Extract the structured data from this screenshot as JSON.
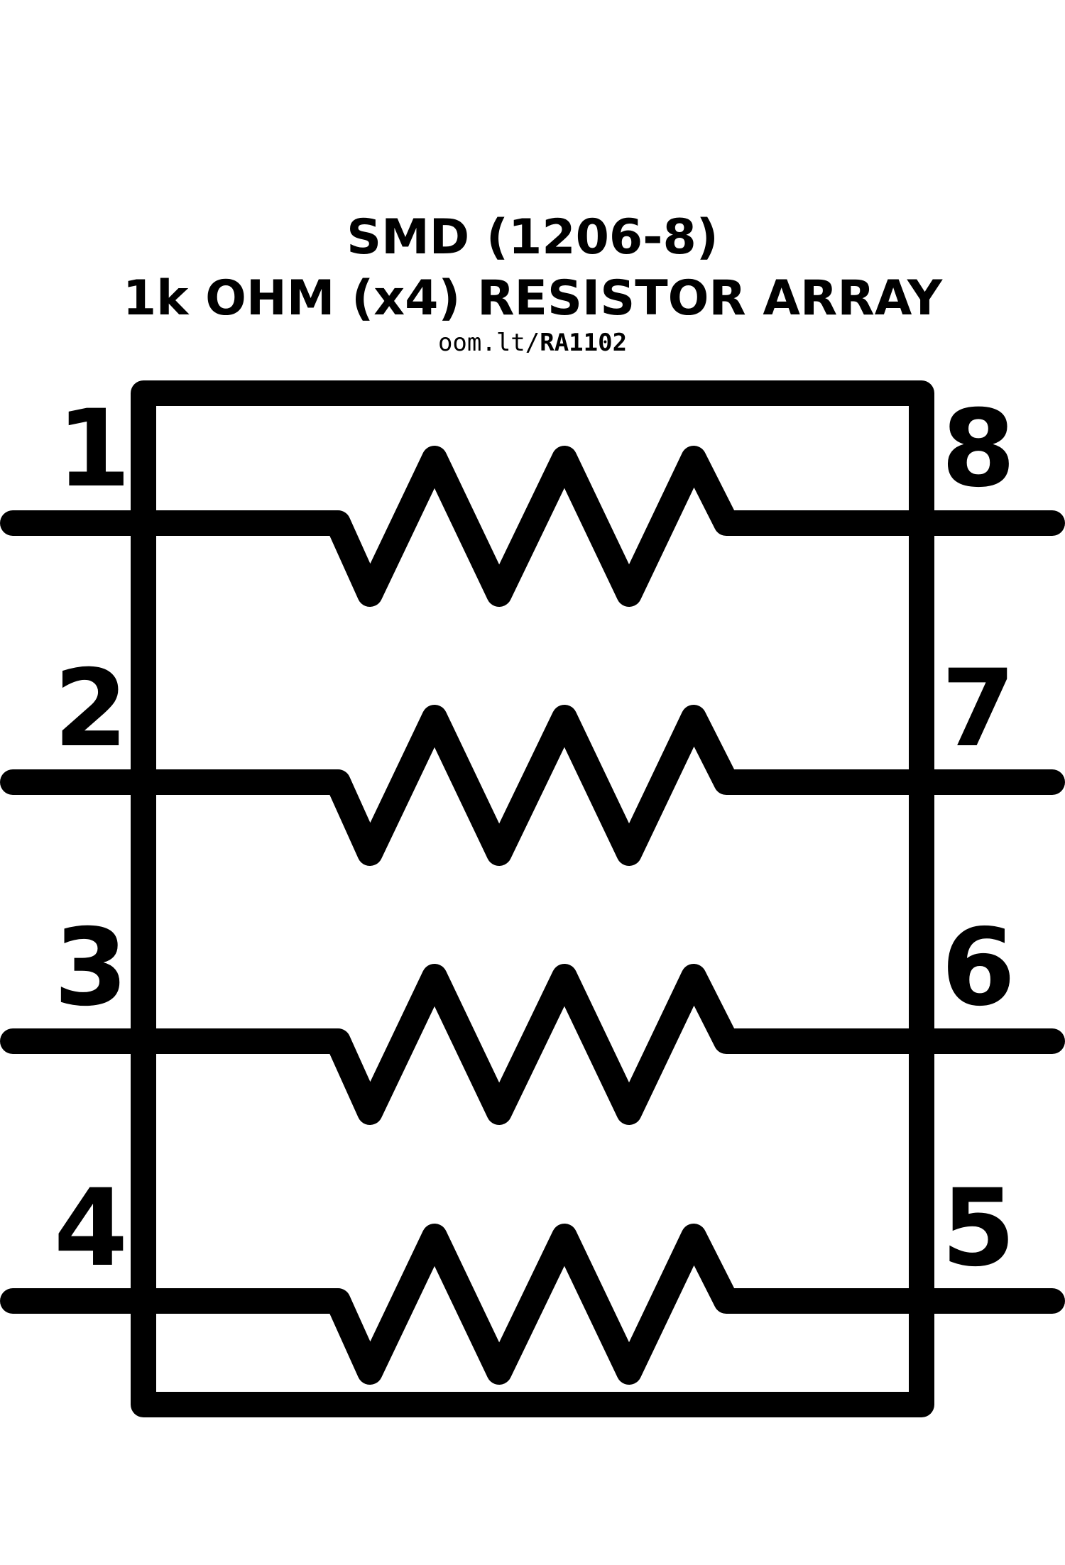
{
  "header": {
    "line1": "SMD (1206-8)",
    "line2": "1k OHM (x4) RESISTOR ARRAY",
    "link_prefix": "oom.lt/",
    "link_code": "RA1102"
  },
  "resistor_count": 4,
  "pins": {
    "left": [
      "1",
      "2",
      "3",
      "4"
    ],
    "right": [
      "8",
      "7",
      "6",
      "5"
    ]
  },
  "colors": {
    "stroke": "#000000",
    "background": "#ffffff"
  }
}
